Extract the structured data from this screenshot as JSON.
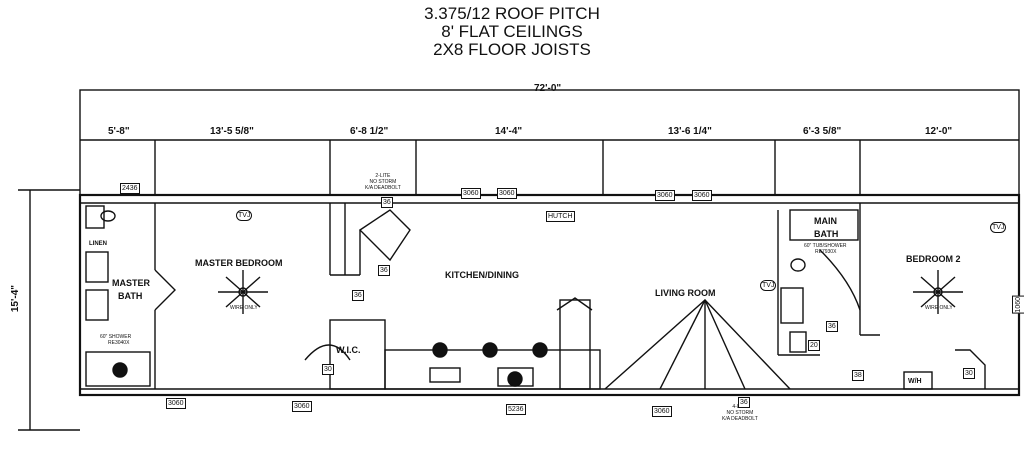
{
  "header": {
    "line1": "3.375/12 ROOF PITCH",
    "line2": "8' FLAT CEILINGS",
    "line3": "2X8 FLOOR JOISTS"
  },
  "dimensions": {
    "overall_length": "72'-0\"",
    "overall_width": "15'-4\"",
    "segments": [
      "5'-8\"",
      "13'-5 5/8\"",
      "6'-8 1/2\"",
      "14'-4\"",
      "13'-6 1/4\"",
      "6'-3 5/8\"",
      "12'-0\""
    ]
  },
  "rooms": {
    "master_bedroom": "MASTER BEDROOM",
    "master_bath_1": "MASTER",
    "master_bath_2": "BATH",
    "kitchen": "KITCHEN/DINING",
    "living": "LIVING ROOM",
    "main_bath_1": "MAIN",
    "main_bath_2": "BATH",
    "bedroom2": "BEDROOM 2",
    "wic": "W.I.C.",
    "linen": "LINEN",
    "hutch": "HUTCH",
    "wh": "W/H"
  },
  "notes": {
    "shower_master": "60\" SHOWER",
    "shower_master_model": "RE3040X",
    "tub_main": "60\" TUB/SHOWER",
    "tub_main_model": "RE7930X",
    "front_door": "2-LITE\nNO STORM\nK/A DEADBOLT",
    "rear_door": "4-LITE\nNO STORM\nK/A DEADBOLT",
    "fan": "WIRE ONLY",
    "tvj": "TVJ"
  },
  "tags": {
    "w2436": "2436",
    "w3060_a": "3060",
    "w3060_b": "3060",
    "w3060_c": "3060",
    "w3060_d": "3060",
    "w3060_e": "3060",
    "w3060_f": "3060",
    "w3060_g": "3060",
    "w5236": "5236",
    "w1060": "1060",
    "d36_a": "36",
    "d36_b": "36",
    "d36_c": "36",
    "d36_d": "36",
    "d36_e": "36",
    "d30_a": "30",
    "d30_b": "30",
    "d20": "20",
    "d38": "38"
  }
}
